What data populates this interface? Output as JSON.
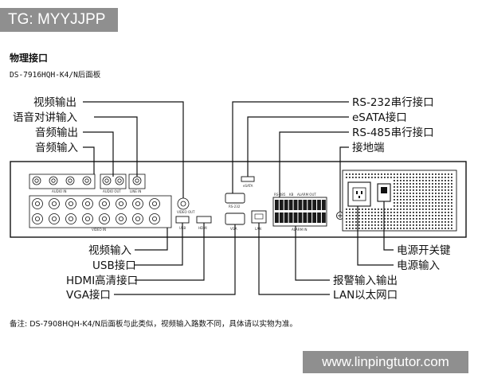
{
  "header_tag": "TG: MYYJJPP",
  "title": "物理接口",
  "model": "DS-7916HQH-K4/N后面板",
  "note": "备注: DS-7908HQH-K4/N后面板与此类似，视频输入路数不同，具体请以实物为准。",
  "watermark": "www.linpingtutor.com",
  "labels": {
    "video_out": "视频输出",
    "intercom_in": "语音对讲输入",
    "audio_out": "音频输出",
    "audio_in": "音频输入",
    "rs232": "RS-232串行接口",
    "esata": "eSATA接口",
    "rs485": "RS-485串行接口",
    "ground": "接地端",
    "video_in": "视频输入",
    "usb": "USB接口",
    "hdmi": "HDMI高清接口",
    "vga": "VGA接口",
    "power_switch": "电源开关键",
    "power_in": "电源输入",
    "alarm_io": "报警输入输出",
    "lan": "LAN以太网口"
  },
  "panel_marks": {
    "audio_in": "AUDIO IN",
    "audio_out": "AUDIO OUT",
    "line_in": "LINE IN",
    "video_in": "VIDEO IN",
    "video_out": "VIDEO OUT",
    "usb": "USB",
    "hdmi": "HDMI",
    "vga": "VGA",
    "lan": "LAN",
    "rs232": "RS-232",
    "esata": "eSATA",
    "rs485": "RS-485",
    "kb": "KB",
    "alarm_out": "ALARM OUT",
    "alarm_in": "ALARM IN"
  }
}
